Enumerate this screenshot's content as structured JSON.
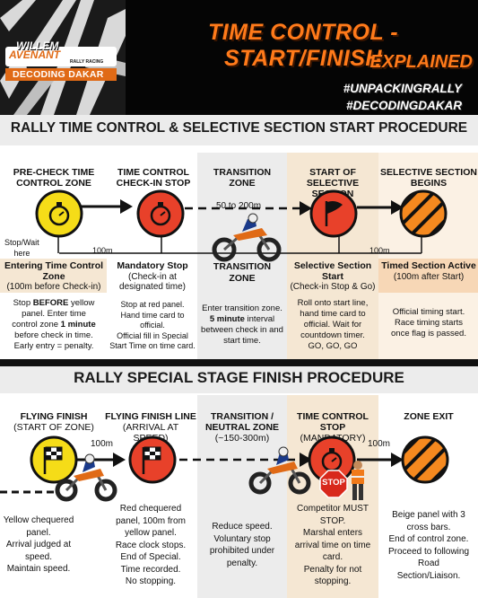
{
  "header": {
    "logo_lines": [
      "WILLEM",
      "AVENANT",
      "RALLY RACING",
      "DECODING DAKAR"
    ],
    "title": "TIME CONTROL - START/FINISH",
    "subtitle": "EXPLAINED",
    "hashtags": [
      "#UNPACKINGRALLY",
      "#DECODINGDAKAR"
    ]
  },
  "start_section": {
    "title": "RALLY TIME CONTROL & SELECTIVE SECTION START PROCEDURE",
    "columns": [
      {
        "head": "PRE-CHECK TIME CONTROL ZONE",
        "icon": "yellow-stopwatch-icon",
        "label_title": "Entering Time Control Zone",
        "label_sub": "(100m before Check-in)",
        "desc_lines": [
          "Stop BEFORE yellow",
          "panel. Enter time",
          "control zone 1 minute",
          "before check in time.",
          "Early entry = penalty."
        ]
      },
      {
        "head": "TIME CONTROL CHECK-IN STOP",
        "icon": "red-stopwatch-icon",
        "label_title": "Mandatory Stop",
        "label_sub": "(Check-in at designated time)",
        "desc_lines": [
          "Stop at red panel.",
          "Hand time card to",
          "official.",
          "Official fill in Special",
          "Start Time on time card."
        ]
      },
      {
        "head": "TRANSITION ZONE",
        "icon": "motorcycle-icon",
        "label_title": "TRANSITION ZONE",
        "label_sub": "",
        "desc_lines": [
          "Enter transition zone.",
          "5 minute interval",
          "between check in and",
          "start time."
        ]
      },
      {
        "head": "START OF SELECTIVE SECTION",
        "icon": "red-flag-icon",
        "label_title": "Selective Section Start",
        "label_sub": "(Check-in Stop & Go)",
        "desc_lines": [
          "Roll onto start line,",
          "hand time card to",
          "official. Wait for",
          "countdown timer.",
          "GO, GO, GO"
        ]
      },
      {
        "head": "SELECTIVE SECTION BEGINS",
        "icon": "orange-end-zone-icon",
        "label_title": "Timed Section Active",
        "label_sub": "(100m after Start)",
        "desc_lines": [
          "Official timing start.",
          "Race timing starts",
          "once flag is passed."
        ]
      }
    ],
    "dist_left": "100m",
    "dist_mid": "50 to 200m",
    "dist_right": "100m",
    "stop_wait": [
      "Stop/Wait",
      "here"
    ]
  },
  "finish_section": {
    "title": "RALLY SPECIAL STAGE FINISH PROCEDURE",
    "columns": [
      {
        "head": "FLYING FINISH",
        "head_sub": "(START OF ZONE)",
        "icon": "yellow-chequered-flag-icon",
        "desc_lines": [
          "Yellow chequered",
          "panel.",
          "Arrival judged at",
          "speed.",
          "Maintain speed."
        ]
      },
      {
        "head": "FLYING FINISH LINE",
        "head_sub": "(ARRIVAL AT SPEED)",
        "icon": "red-chequered-flag-icon",
        "desc_lines": [
          "Red chequered",
          "panel, 100m from",
          "yellow panel.",
          "Race clock stops.",
          "End of Special.",
          "Time recorded.",
          "No stopping."
        ]
      },
      {
        "head": "TRANSITION / NEUTRAL ZONE",
        "head_sub": "(~150-300m)",
        "icon": "motorcycle-icon",
        "desc_lines": [
          "Reduce speed.",
          "Voluntary stop",
          "prohibited under",
          "penalty."
        ]
      },
      {
        "head": "TIME CONTROL STOP",
        "head_sub": "(MANDATORY)",
        "icon": "red-stopwatch-icon",
        "desc_lines": [
          "Competitor MUST",
          "STOP.",
          "Marshal enters",
          "arrival time on time",
          "card.",
          "Penalty for not",
          "stopping."
        ]
      },
      {
        "head": "ZONE EXIT",
        "head_sub": "",
        "icon": "orange-end-zone-icon",
        "desc_lines": [
          "Beige panel with 3",
          "cross bars.",
          "End of control zone.",
          "Proceed to following",
          "Road",
          "Section/Liaison."
        ]
      }
    ],
    "dist_1": "100m",
    "dist_2": "100m",
    "stop_sign": "STOP"
  },
  "colors": {
    "orange": "#ff7a1a",
    "yellow_panel": "#f5dc18",
    "red_panel": "#e8412a",
    "orange_panel": "#f5891f",
    "beige": "#f5e7d3"
  }
}
